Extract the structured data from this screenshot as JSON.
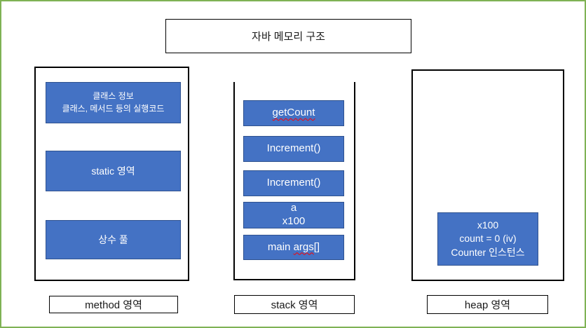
{
  "title": {
    "text": "자바 메모리 구조"
  },
  "colors": {
    "shape_fill": "#4472C4",
    "shape_border": "#2F528F",
    "shape_text": "#FFFFFF",
    "container_border": "#000000",
    "page_border": "#7FB254",
    "spell_red": "#FF0000"
  },
  "regions": {
    "method": {
      "label": "method 영역",
      "boxes": {
        "class_info": {
          "line1": "클래스 정보",
          "line2": "클래스, 메서드 등의 실행코드"
        },
        "static_area": {
          "text": "static 영역"
        },
        "constant_pool": {
          "text": "상수 풀"
        }
      }
    },
    "stack": {
      "label": "stack 영역",
      "frames": [
        {
          "text": "getCount",
          "misspelled": true
        },
        {
          "text": "Increment()"
        },
        {
          "text": "Increment()"
        },
        {
          "line1": "a",
          "line2": "x100"
        },
        {
          "pre": "main ",
          "word": "args",
          "post": "[]",
          "misspelled_word": true
        }
      ]
    },
    "heap": {
      "label": "heap 영역",
      "instance": {
        "line1": "x100",
        "line2": "count = 0 (iv)",
        "line3": "Counter 인스턴스"
      }
    }
  }
}
